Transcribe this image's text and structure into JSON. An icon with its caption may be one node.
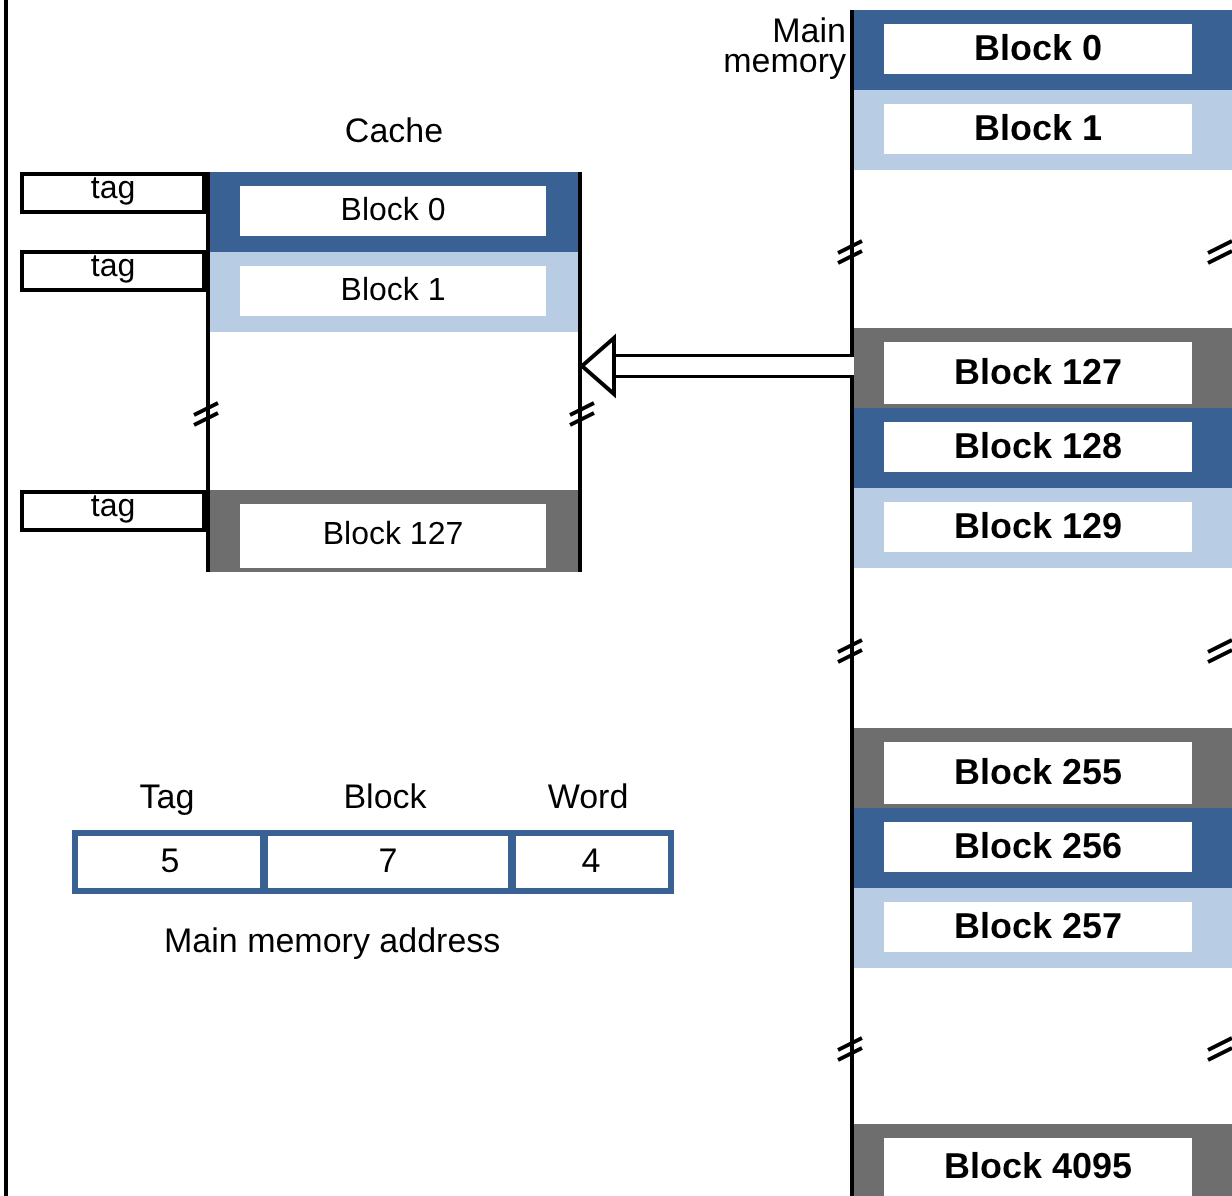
{
  "diagram": {
    "nodes": [
      {
        "text": [
          "Cache"
        ]
      },
      {
        "text": [
          "tag"
        ]
      },
      {
        "text": [
          "Block 0"
        ],
        "in": 0
      },
      {
        "text": [
          "tag"
        ]
      },
      {
        "text": [
          "Block 1"
        ],
        "in": 0
      },
      {
        "text": [
          "tag"
        ]
      },
      {
        "text": [
          "Block 127"
        ],
        "in": 0
      },
      {
        "text": [
          "Main memory"
        ]
      },
      {
        "text": [
          "Block 0"
        ],
        "in": 7
      },
      {
        "text": [
          "Block 1"
        ],
        "in": 7
      },
      {
        "text": [
          "Block 127"
        ],
        "in": 7
      },
      {
        "text": [
          "Block 128"
        ],
        "in": 7
      },
      {
        "text": [
          "Block 129"
        ],
        "in": 7
      },
      {
        "text": [
          "Block 255"
        ],
        "in": 7
      },
      {
        "text": [
          "Block 256"
        ],
        "in": 7
      },
      {
        "text": [
          "Block 257"
        ],
        "in": 7
      },
      {
        "text": [
          "Block 4095"
        ],
        "in": 7
      },
      {
        "text": [
          "Tag",
          "5"
        ]
      },
      {
        "text": [
          "Block",
          "7"
        ]
      },
      {
        "text": [
          "Word",
          "4"
        ]
      }
    ],
    "edges": [
      {
        "from": 10,
        "to": 0,
        "arrow": "to"
      }
    ],
    "labels": [
      "Main memory address"
    ]
  }
}
